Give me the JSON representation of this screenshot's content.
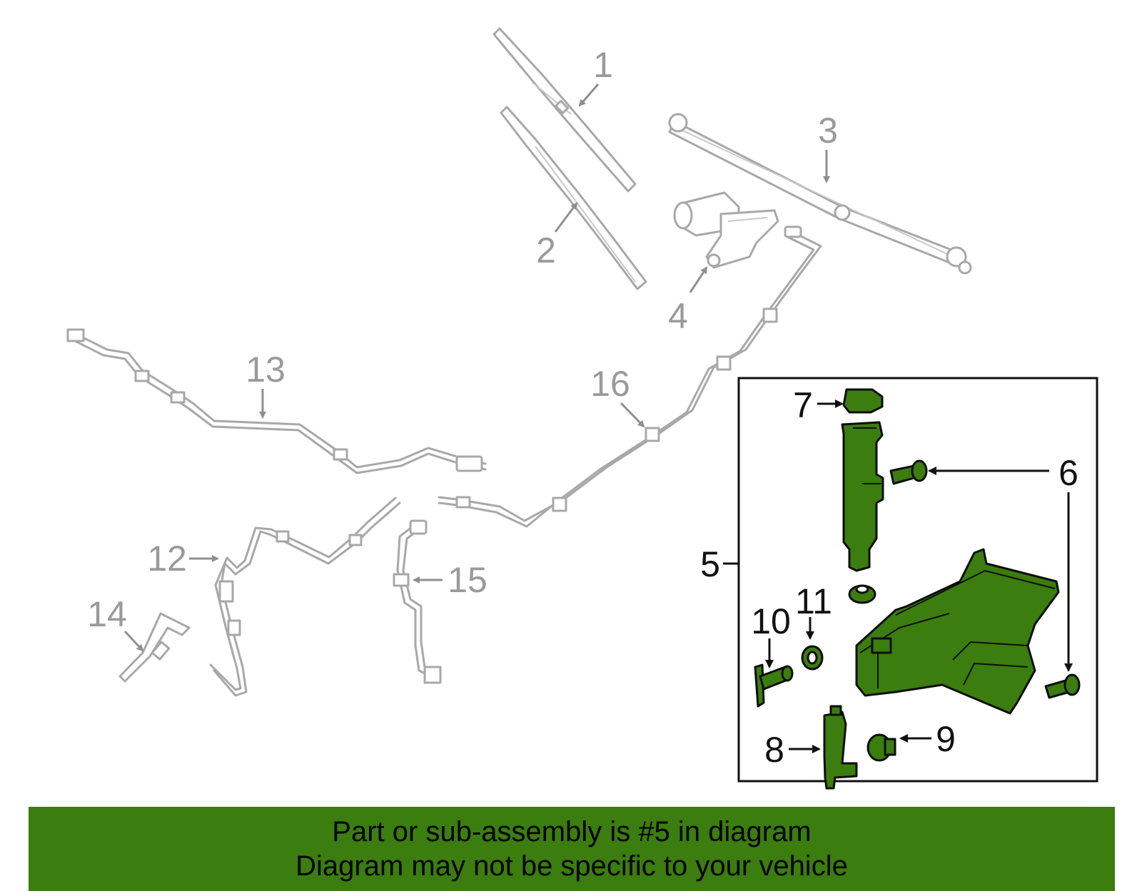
{
  "callouts": {
    "c1": "1",
    "c2": "2",
    "c3": "3",
    "c4": "4",
    "c5": "5",
    "c6": "6",
    "c7": "7",
    "c8": "8",
    "c9": "9",
    "c10": "10",
    "c11": "11",
    "c12": "12",
    "c13": "13",
    "c14": "14",
    "c15": "15",
    "c16": "16"
  },
  "banner": {
    "line1": "Part or sub-assembly is #5 in diagram",
    "line2": "Diagram may not be specific to your vehicle"
  },
  "colors": {
    "highlight_part": "#3b7d0e",
    "banner_background": "#3b7d0e",
    "ghost_parts": "#a8a8a8"
  }
}
